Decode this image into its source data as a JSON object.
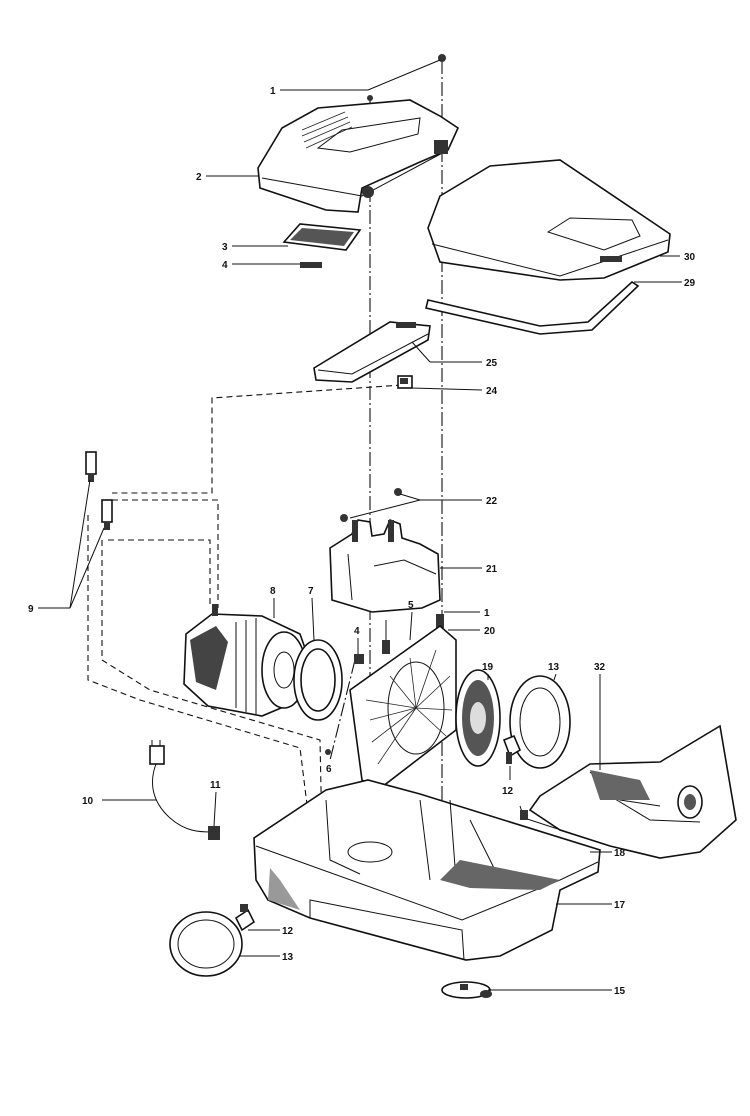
{
  "diagram": {
    "callouts": [
      {
        "id": "c1-top",
        "text": "1"
      },
      {
        "id": "c2",
        "text": "2"
      },
      {
        "id": "c3",
        "text": "3"
      },
      {
        "id": "c4-top",
        "text": "4"
      },
      {
        "id": "c30",
        "text": "30"
      },
      {
        "id": "c29",
        "text": "29"
      },
      {
        "id": "c25",
        "text": "25"
      },
      {
        "id": "c24",
        "text": "24"
      },
      {
        "id": "c22",
        "text": "22"
      },
      {
        "id": "c21",
        "text": "21"
      },
      {
        "id": "c9",
        "text": "9"
      },
      {
        "id": "c8",
        "text": "8"
      },
      {
        "id": "c7",
        "text": "7"
      },
      {
        "id": "c6",
        "text": "6"
      },
      {
        "id": "c4-mid",
        "text": "4"
      },
      {
        "id": "c5",
        "text": "5"
      },
      {
        "id": "c1-mid",
        "text": "1"
      },
      {
        "id": "c20",
        "text": "20"
      },
      {
        "id": "c19",
        "text": "19"
      },
      {
        "id": "c13-right",
        "text": "13"
      },
      {
        "id": "c32",
        "text": "32"
      },
      {
        "id": "c12-right",
        "text": "12"
      },
      {
        "id": "c10",
        "text": "10"
      },
      {
        "id": "c11",
        "text": "11"
      },
      {
        "id": "c18",
        "text": "18"
      },
      {
        "id": "c17",
        "text": "17"
      },
      {
        "id": "c12-left",
        "text": "12"
      },
      {
        "id": "c13-left",
        "text": "13"
      },
      {
        "id": "c15",
        "text": "15"
      }
    ]
  }
}
